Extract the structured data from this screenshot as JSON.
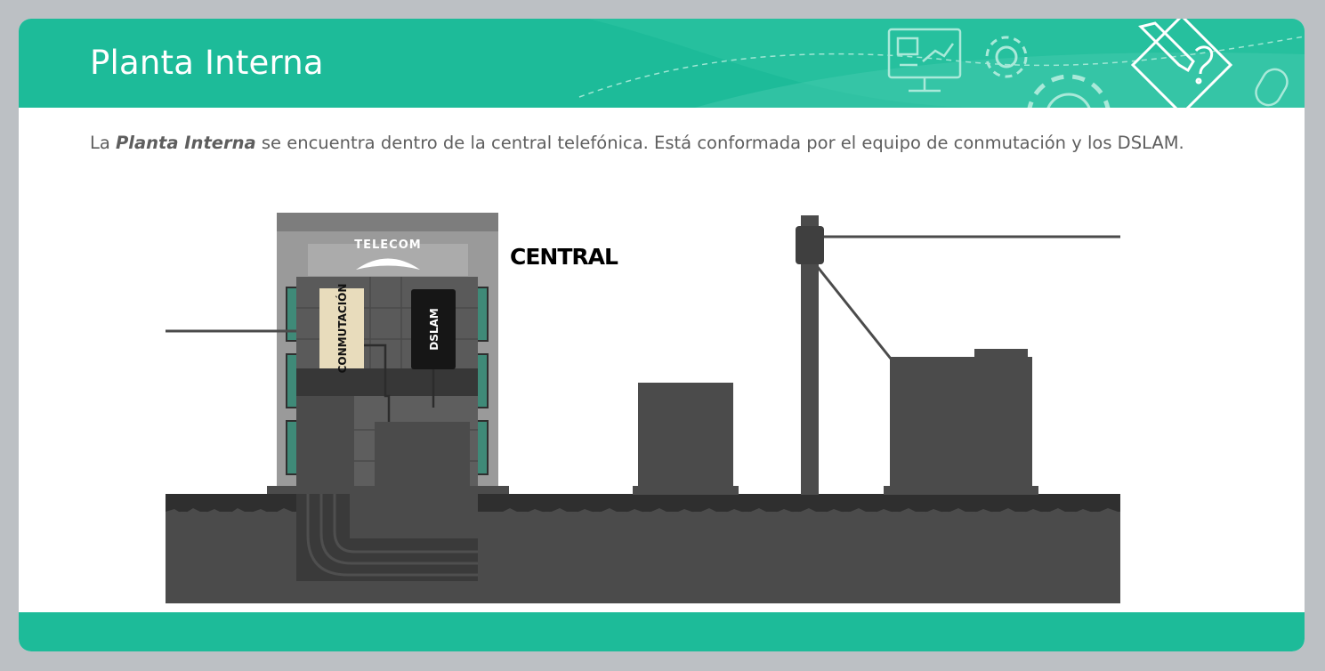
{
  "slide": {
    "title": "Planta Interna",
    "description": {
      "prefix": "La ",
      "emphasis": "Planta Interna",
      "suffix": " se encuentra dentro de la central telefónica. Está conformada por el equipo de conmutación y los DSLAM."
    }
  },
  "diagram": {
    "building_sign": "TELECOM",
    "central_label": "CENTRAL",
    "switching_label": "CONMUTACIÓN",
    "dslam_label": "DSLAM"
  },
  "colors": {
    "accent": "#1dbb99",
    "background": "#bcc0c4",
    "text": "#5e5e5e",
    "ground": "#4b4b4b",
    "dark": "#3c3c3c",
    "building": "#9a9a9a",
    "window": "#3f8a78",
    "switching_panel": "#e8dcbc",
    "dslam_panel": "#161616"
  },
  "icons": [
    "monitor-presentation-icon",
    "gear-icon",
    "pencil-question-icon",
    "mouse-icon"
  ]
}
